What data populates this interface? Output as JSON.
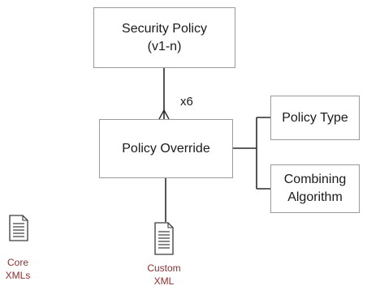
{
  "diagram": {
    "security_policy": {
      "line1": "Security Policy",
      "line2": "(v1-n)"
    },
    "multiplicity": "x6",
    "policy_override": "Policy Override",
    "policy_type": "Policy Type",
    "combining_algorithm": {
      "line1": "Combining",
      "line2": "Algorithm"
    },
    "core_xmls": {
      "line1": "Core",
      "line2": "XMLs"
    },
    "custom_xml": {
      "line1": "Custom",
      "line2": "XML"
    },
    "colors": {
      "box_border": "#9a9a9a",
      "connector": "#2a2a2a",
      "document_label": "#8b2f2f"
    },
    "icons": [
      "document-icon",
      "document-icon"
    ]
  }
}
